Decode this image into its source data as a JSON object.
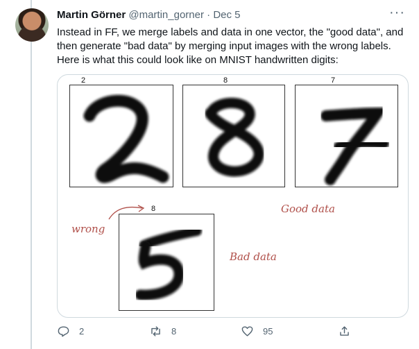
{
  "tweet": {
    "author_name": "Martin Görner",
    "handle": "@martin_gorner",
    "separator": "·",
    "date": "Dec 5",
    "text": "Instead in FF, we merge labels and data in one vector, the \"good data\", and then generate \"bad data\" by merging input images with the wrong labels. Here is what this could look like on MNIST handwritten digits:",
    "more_icon": "ellipsis-icon"
  },
  "media": {
    "good_panels": [
      {
        "label": "2",
        "digit": "2",
        "label_index": 2
      },
      {
        "label": "8",
        "digit": "8",
        "label_index": 8
      },
      {
        "label": "7",
        "digit": "7",
        "label_index": 7
      }
    ],
    "bad_panel": {
      "label": "8",
      "digit": "5",
      "label_index": 8
    },
    "annotations": {
      "good": "Good data",
      "bad": "Bad data",
      "wrong": "wrong"
    },
    "colors": {
      "annotation": "#b0504a"
    }
  },
  "actions": {
    "reply": {
      "icon": "reply-icon",
      "count": "2"
    },
    "retweet": {
      "icon": "retweet-icon",
      "count": "8"
    },
    "like": {
      "icon": "heart-icon",
      "count": "95"
    },
    "share": {
      "icon": "share-icon"
    }
  }
}
